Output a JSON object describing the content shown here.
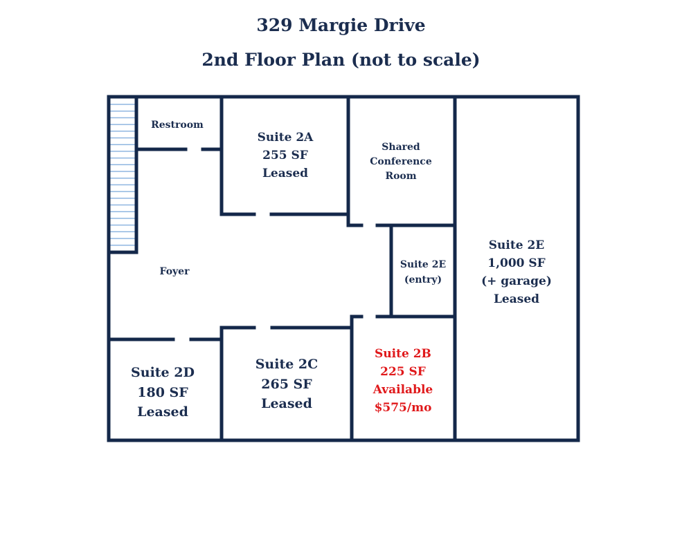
{
  "header": {
    "address": "329 Margie Drive",
    "subtitle": "2nd Floor Plan (not to scale)"
  },
  "colors": {
    "wall": "#14284a",
    "text": "#1b2d4f",
    "available": "#e0191b",
    "stairs": "#8fb6e0"
  },
  "rooms": {
    "restroom": {
      "line1": "Restroom"
    },
    "suite_2a": {
      "line1": "Suite 2A",
      "line2": "255 SF",
      "line3": "Leased"
    },
    "conference": {
      "line1": "Shared",
      "line2": "Conference",
      "line3": "Room"
    },
    "suite_2e_entry": {
      "line1": "Suite 2E",
      "line2": "(entry)"
    },
    "suite_2e": {
      "line1": "Suite 2E",
      "line2": "1,000 SF",
      "line3": "(+ garage)",
      "line4": "Leased"
    },
    "foyer": {
      "line1": "Foyer"
    },
    "suite_2d": {
      "line1": "Suite 2D",
      "line2": "180 SF",
      "line3": "Leased"
    },
    "suite_2c": {
      "line1": "Suite 2C",
      "line2": "265 SF",
      "line3": "Leased"
    },
    "suite_2b": {
      "line1": "Suite 2B",
      "line2": "225 SF",
      "line3": "Available",
      "line4": "$575/mo"
    }
  },
  "icons": [
    "stairs-icon"
  ]
}
